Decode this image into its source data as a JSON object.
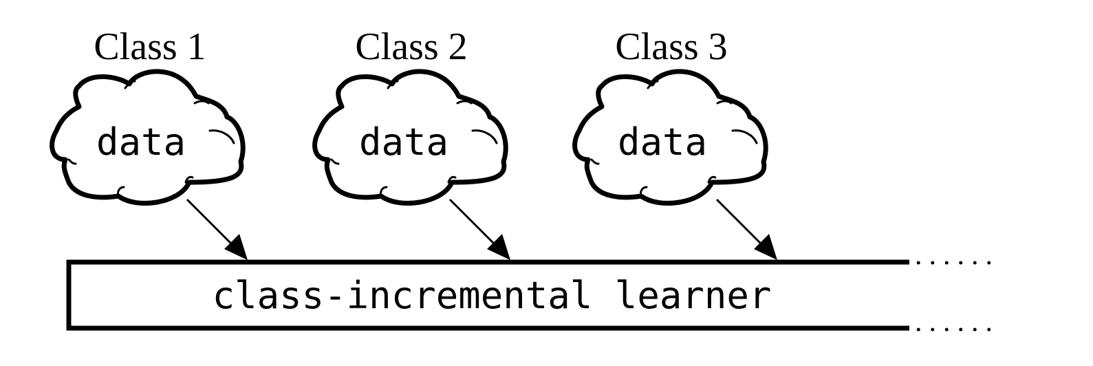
{
  "classes": [
    {
      "title": "Class 1",
      "cloud_label": "data"
    },
    {
      "title": "Class 2",
      "cloud_label": "data"
    },
    {
      "title": "Class 3",
      "cloud_label": "data"
    }
  ],
  "learner": {
    "label": "class-incremental learner"
  },
  "continuation": {
    "top": "......",
    "bottom": "......"
  },
  "icons": {
    "cloud": "cloud-icon",
    "arrow": "arrow-icon"
  },
  "colors": {
    "stroke": "#000000",
    "background": "#ffffff"
  }
}
